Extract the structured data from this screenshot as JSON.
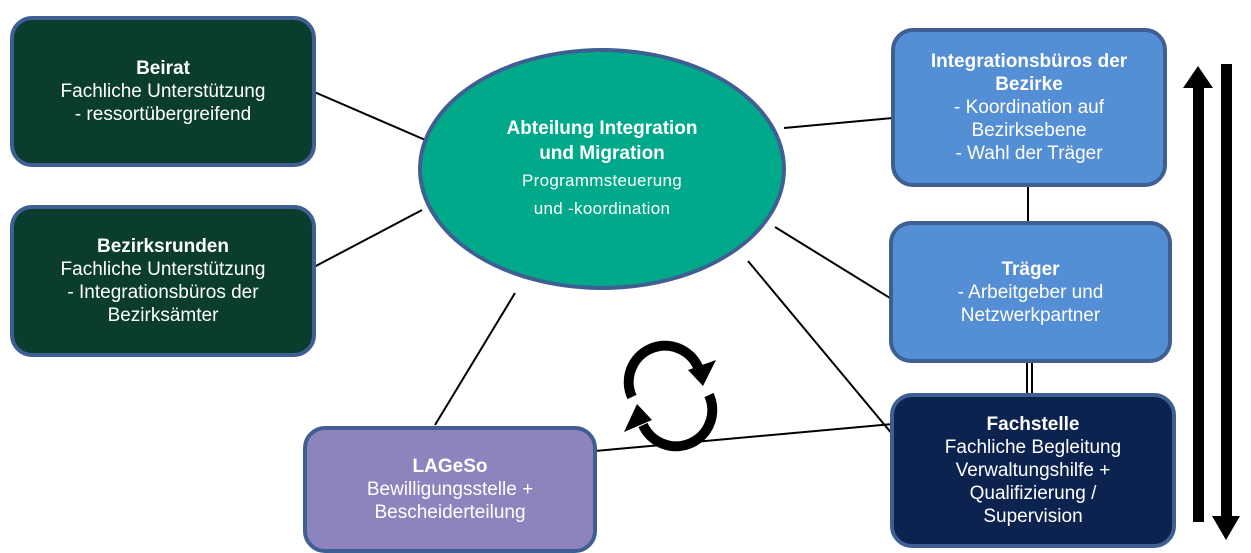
{
  "center": {
    "title_line1": "Abteilung Integration",
    "title_line2": "und Migration",
    "sub_line1": "Programmsteuerung",
    "sub_line2": "und -koordination"
  },
  "beirat": {
    "title": "Beirat",
    "lines": [
      "Fachliche Unterstützung",
      "- ressortübergreifend"
    ]
  },
  "bezirksrunden": {
    "title": "Bezirksrunden",
    "lines": [
      "Fachliche Unterstützung",
      "- Integrationsbüros der",
      "Bezirksämter"
    ]
  },
  "lageso": {
    "title": "LAGeSo",
    "lines": [
      "Bewilligungsstelle +",
      "Bescheiderteilung"
    ]
  },
  "integrationsbueros": {
    "title_line1": "Integrationsbüros der",
    "title_line2": "Bezirke",
    "lines": [
      "- Koordination auf",
      "Bezirksebene",
      "- Wahl der Träger"
    ]
  },
  "traeger": {
    "title": "Träger",
    "lines": [
      "- Arbeitgeber und",
      "Netzwerkpartner"
    ]
  },
  "fachstelle": {
    "title": "Fachstelle",
    "lines": [
      "Fachliche Begleitung",
      "Verwaltungshilfe +",
      "Qualifizierung /",
      "Supervision"
    ]
  },
  "icons": {
    "cycle": "cycle-arrows-icon",
    "up": "arrow-up-icon",
    "down": "arrow-down-icon"
  },
  "colors": {
    "ellipse": "#00a98a",
    "dark_green": "#0b3d2e",
    "blue": "#548ed4",
    "navy": "#0c2350",
    "purple": "#8e84bd",
    "border": "#3f5f93"
  }
}
